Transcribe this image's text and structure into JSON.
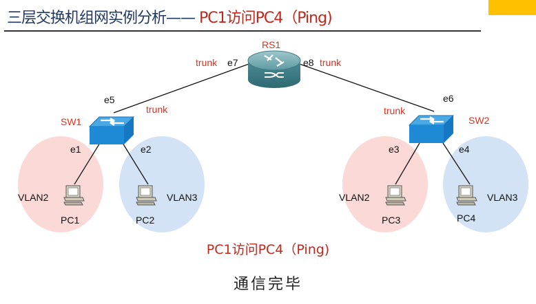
{
  "slide": {
    "title_main": "三层交换机组网实例分析——",
    "title_highlight": " PC1访问PC4（Ping)",
    "caption": "PC1访问PC4（Ping)",
    "status": "通信完毕",
    "accent_color": "#c0281e",
    "title_color": "#1f3864"
  },
  "topology": {
    "router": {
      "name": "RS1",
      "left_port": "e7",
      "right_port": "e8",
      "left_mode": "trunk",
      "right_mode": "trunk"
    },
    "switches": [
      {
        "name": "SW1",
        "uplink_port": "e5",
        "uplink_mode": "trunk",
        "ports": [
          "e1",
          "e2"
        ]
      },
      {
        "name": "SW2",
        "uplink_port": "e6",
        "uplink_mode": "trunk",
        "ports": [
          "e3",
          "e4"
        ]
      }
    ],
    "hosts": [
      {
        "name": "PC1",
        "vlan": "VLAN2"
      },
      {
        "name": "PC2",
        "vlan": "VLAN3"
      },
      {
        "name": "PC3",
        "vlan": "VLAN2"
      },
      {
        "name": "PC4",
        "vlan": "VLAN3"
      }
    ],
    "vlan_colors": {
      "VLAN2": "#fbd9d6",
      "VLAN3": "#d3e3f5"
    }
  }
}
